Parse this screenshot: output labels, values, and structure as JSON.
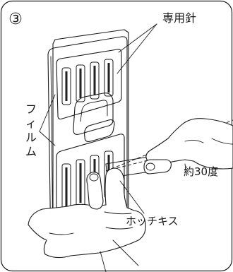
{
  "step": {
    "number": "③"
  },
  "labels": {
    "pins": "専用針",
    "film": "フィルム",
    "angle": "約30度",
    "stapler": "ホッチキス"
  }
}
